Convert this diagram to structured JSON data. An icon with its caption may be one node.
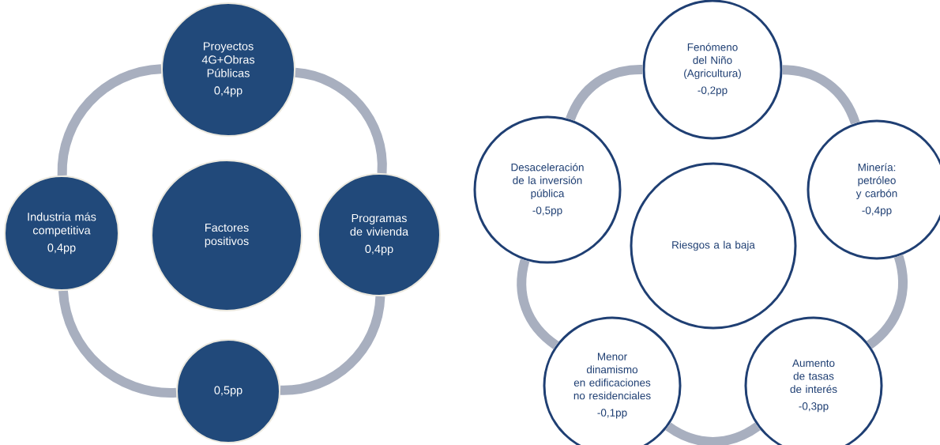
{
  "diagram": {
    "nodes": [
      {
        "text": [
          "Proyectos 4G+Obras Públicas",
          "0,4pp"
        ]
      },
      {
        "text": [
          "Industria más competitiva",
          "0,4pp"
        ]
      },
      {
        "text": [
          "Factores positivos"
        ]
      },
      {
        "text": [
          "Programas de vivienda",
          "0,4pp"
        ]
      },
      {
        "text": [
          "0,5pp"
        ]
      },
      {
        "text": [
          "Fenómeno del Niño (Agricultura)",
          "-0,2pp"
        ]
      },
      {
        "text": [
          "Desaceleración de la inversión pública",
          "-0,5pp"
        ]
      },
      {
        "text": [
          "Riesgos a la baja"
        ]
      },
      {
        "text": [
          "Minería: petróleo y carbón",
          "-0,4pp"
        ]
      },
      {
        "text": [
          "Menor dinamismo en edificaciones no residenciales",
          "-0,1pp"
        ]
      },
      {
        "text": [
          "Aumento de tasas de interés",
          "-0,3pp"
        ]
      }
    ],
    "edges": [
      {
        "from": 0,
        "to": 3,
        "arrow": "none"
      },
      {
        "from": 3,
        "to": 4,
        "arrow": "none"
      },
      {
        "from": 4,
        "to": 1,
        "arrow": "none"
      },
      {
        "from": 1,
        "to": 0,
        "arrow": "none"
      },
      {
        "from": 5,
        "to": 8,
        "arrow": "none"
      },
      {
        "from": 8,
        "to": 10,
        "arrow": "none"
      },
      {
        "from": 10,
        "to": 9,
        "arrow": "none"
      },
      {
        "from": 9,
        "to": 6,
        "arrow": "none"
      },
      {
        "from": 6,
        "to": 5,
        "arrow": "none"
      }
    ]
  }
}
